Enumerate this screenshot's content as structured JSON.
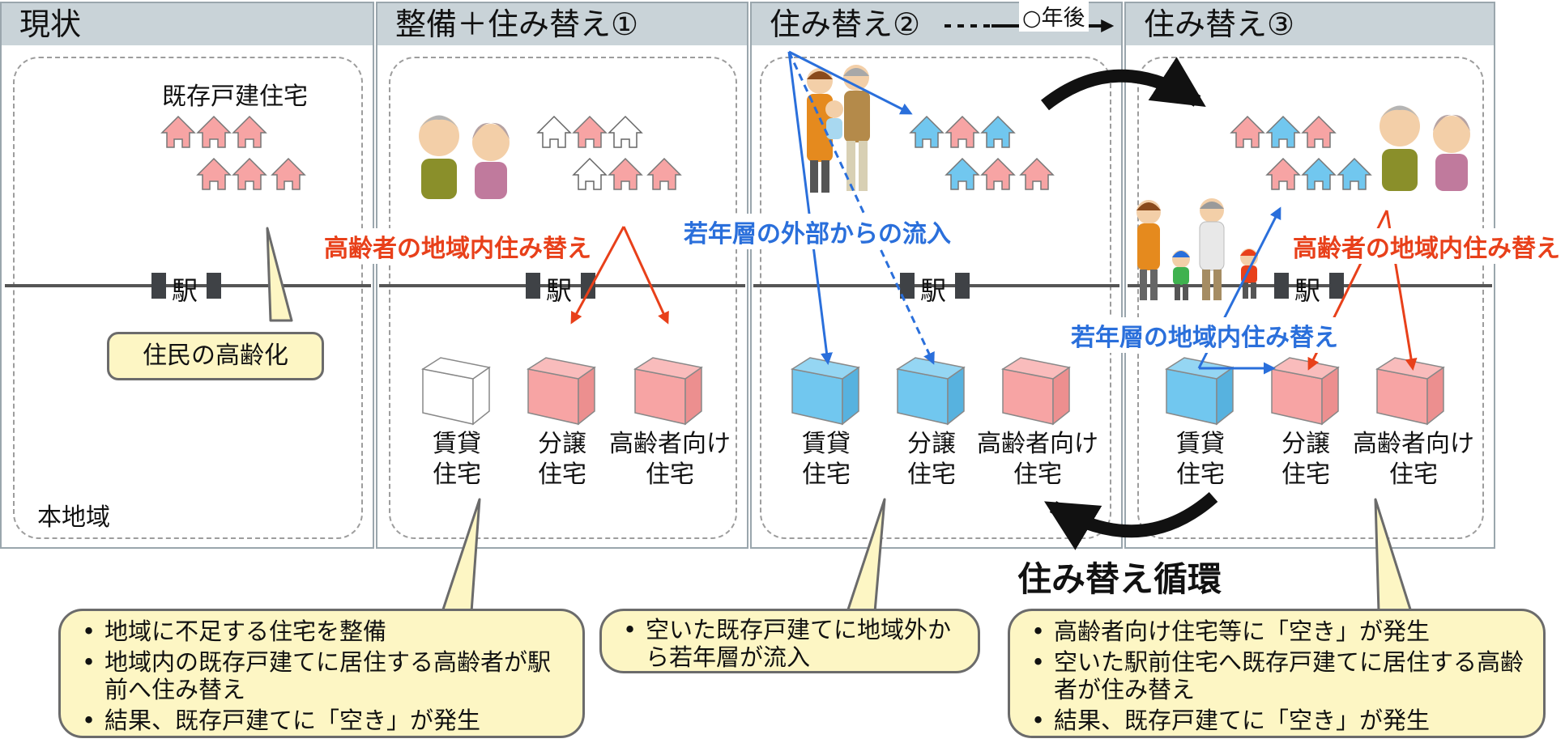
{
  "panels": [
    {
      "title": "現状"
    },
    {
      "title": "整備＋住み替え①"
    },
    {
      "title": "住み替え②"
    },
    {
      "title": "住み替え③"
    }
  ],
  "timeline_label": "○年後",
  "station_label": "駅",
  "existing_houses_label": "既存戸建住宅",
  "region_label": "本地域",
  "aging_callout": "住民の高齢化",
  "building_labels": {
    "rental": [
      "賃貸",
      "住宅"
    ],
    "condo": [
      "分譲",
      "住宅"
    ],
    "senior": [
      "高齢者向け",
      "住宅"
    ]
  },
  "elderly_relocation_label": "高齢者の地域内住み替え",
  "youth_inflow_label": "若年層の外部からの流入",
  "youth_relocation_label": "若年層の地域内住み替え",
  "cycle_label": "住み替え循環",
  "callouts": [
    {
      "items": [
        "地域に不足する住宅を整備",
        "地域内の既存戸建てに居住する高齢者が駅前へ住み替え",
        "結果、既存戸建てに「空き」が発生"
      ]
    },
    {
      "items": [
        "空いた既存戸建てに地域外から若年層が流入"
      ]
    },
    {
      "items": [
        "高齢者向け住宅等に「空き」が発生",
        "空いた駅前住宅へ既存戸建てに居住する高齢者が住み替え",
        "結果、既存戸建てに「空き」が発生"
      ]
    }
  ],
  "colors": {
    "pink": "#f7a4a4",
    "blue": "#71c7ef",
    "red_arrow": "#e8401a",
    "blue_arrow": "#2a6fdb",
    "callout_fill": "#fdf6c4",
    "header": "#c9d3d8"
  }
}
